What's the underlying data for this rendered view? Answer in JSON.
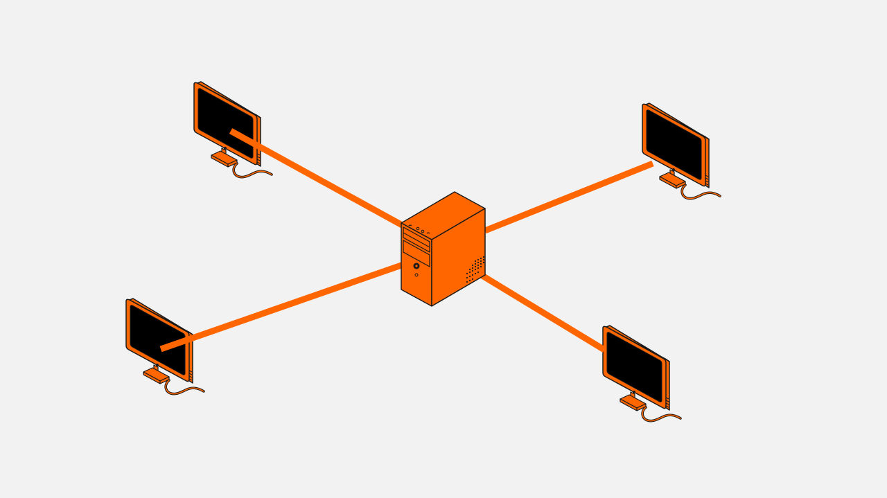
{
  "diagram": {
    "type": "star-network-topology",
    "hub": {
      "icon": "server-tower-icon"
    },
    "nodes": [
      {
        "icon": "monitor-icon",
        "position_word": "top-left"
      },
      {
        "icon": "monitor-icon",
        "position_word": "top-right"
      },
      {
        "icon": "monitor-icon",
        "position_word": "bottom-left"
      },
      {
        "icon": "monitor-icon",
        "position_word": "bottom-right"
      }
    ]
  },
  "colors": {
    "background": "#f2f2f2",
    "accent": "#ff6600",
    "screen": "#000000",
    "outline": "#1a1a1a"
  }
}
